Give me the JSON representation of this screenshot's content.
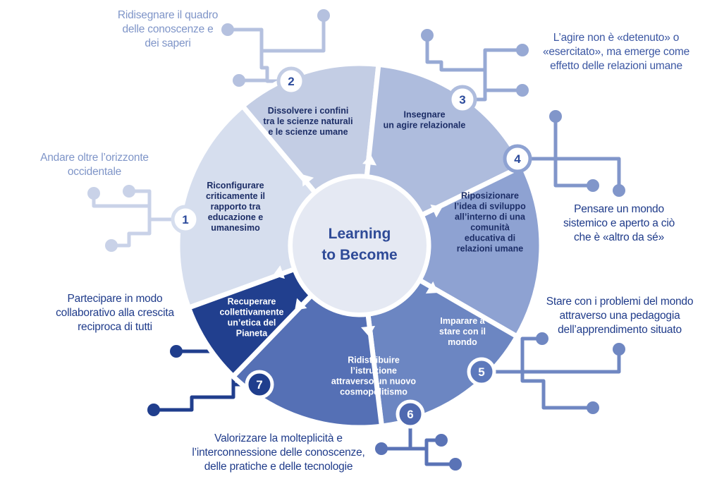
{
  "colors": {
    "c1": "#d6deee",
    "c2": "#c3cde4",
    "c3": "#aebcdd",
    "c4": "#8ea2d2",
    "c5": "#6c86c2",
    "c6": "#5570b5",
    "c7": "#213f8e",
    "center_fill": "#e5e9f3",
    "center_text": "#2e4a97",
    "dark_text": "#1c2d66",
    "light_text": "#ffffff",
    "gap": "#ffffff"
  },
  "center": {
    "line1": "Learning",
    "line2": "to Become"
  },
  "segments": [
    {
      "number": "1",
      "lines": [
        "Riconfigurare",
        "criticamente il",
        "rapporto tra",
        "educazione e",
        "umanesimo"
      ]
    },
    {
      "number": "2",
      "lines": [
        "Dissolvere i confini",
        "tra le scienze naturali",
        "e le scienze umane"
      ]
    },
    {
      "number": "3",
      "lines": [
        "Insegnare",
        "un agire relazionale"
      ]
    },
    {
      "number": "4",
      "lines": [
        "Riposizionare",
        "l’idea di sviluppo",
        "all’interno di una",
        "comunità",
        "educativa di",
        "relazioni umane"
      ]
    },
    {
      "number": "5",
      "lines": [
        "Imparare a",
        "stare con il",
        "mondo"
      ]
    },
    {
      "number": "6",
      "lines": [
        "Ridistribuire",
        "l’istruzione",
        "attraverso un nuovo",
        "cosmopolitismo"
      ]
    },
    {
      "number": "7",
      "lines": [
        "Recuperare",
        "collettivamente",
        "un’etica del",
        "Pianeta"
      ]
    }
  ],
  "annotations": [
    {
      "id": "1",
      "lines": [
        "Andare oltre l’orizzonte",
        "occidentale"
      ]
    },
    {
      "id": "2",
      "lines": [
        "Ridisegnare il quadro",
        "delle conoscenze e",
        "dei saperi"
      ]
    },
    {
      "id": "3",
      "lines": [
        "L’agire non è «detenuto» o",
        "«esercitato», ma emerge come",
        "effetto delle relazioni umane"
      ]
    },
    {
      "id": "4",
      "lines": [
        "Pensare un mondo",
        "sistemico e aperto a ciò",
        "che è «altro da sé»"
      ]
    },
    {
      "id": "5",
      "lines": [
        "Stare con i problemi del mondo",
        "attraverso una pedagogia",
        "dell’apprendimento situato"
      ]
    },
    {
      "id": "6",
      "lines": [
        "Valorizzare la molteplicità e",
        "l’interconnessione delle conoscenze,",
        "delle pratiche e delle tecnologie"
      ]
    },
    {
      "id": "7",
      "lines": [
        "Partecipare in modo",
        "collaborativo alla crescita",
        "reciproca di tutti"
      ]
    }
  ]
}
